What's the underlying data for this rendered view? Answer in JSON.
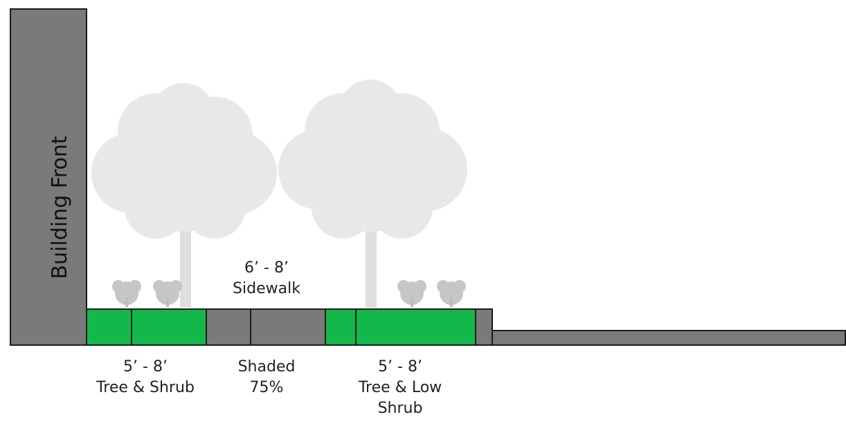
{
  "building": {
    "label": "Building Front"
  },
  "sidewalk": {
    "line1": "6’ - 8’",
    "line2": "Sidewalk"
  },
  "zones": [
    {
      "line1": "5’ - 8’",
      "line2": "Tree & Shrub",
      "line3": ""
    },
    {
      "line1": "Shaded",
      "line2": "75%",
      "line3": ""
    },
    {
      "line1": "5’ - 8’",
      "line2": "Tree & Low",
      "line3": "Shrub"
    }
  ],
  "colors": {
    "planting": "#14b84a",
    "paving": "#7a7a7a",
    "outline": "#1a1a1a",
    "tree": "#e6e6e6",
    "trunk": "#dcdcdc",
    "shrub": "#c4c4c4"
  }
}
